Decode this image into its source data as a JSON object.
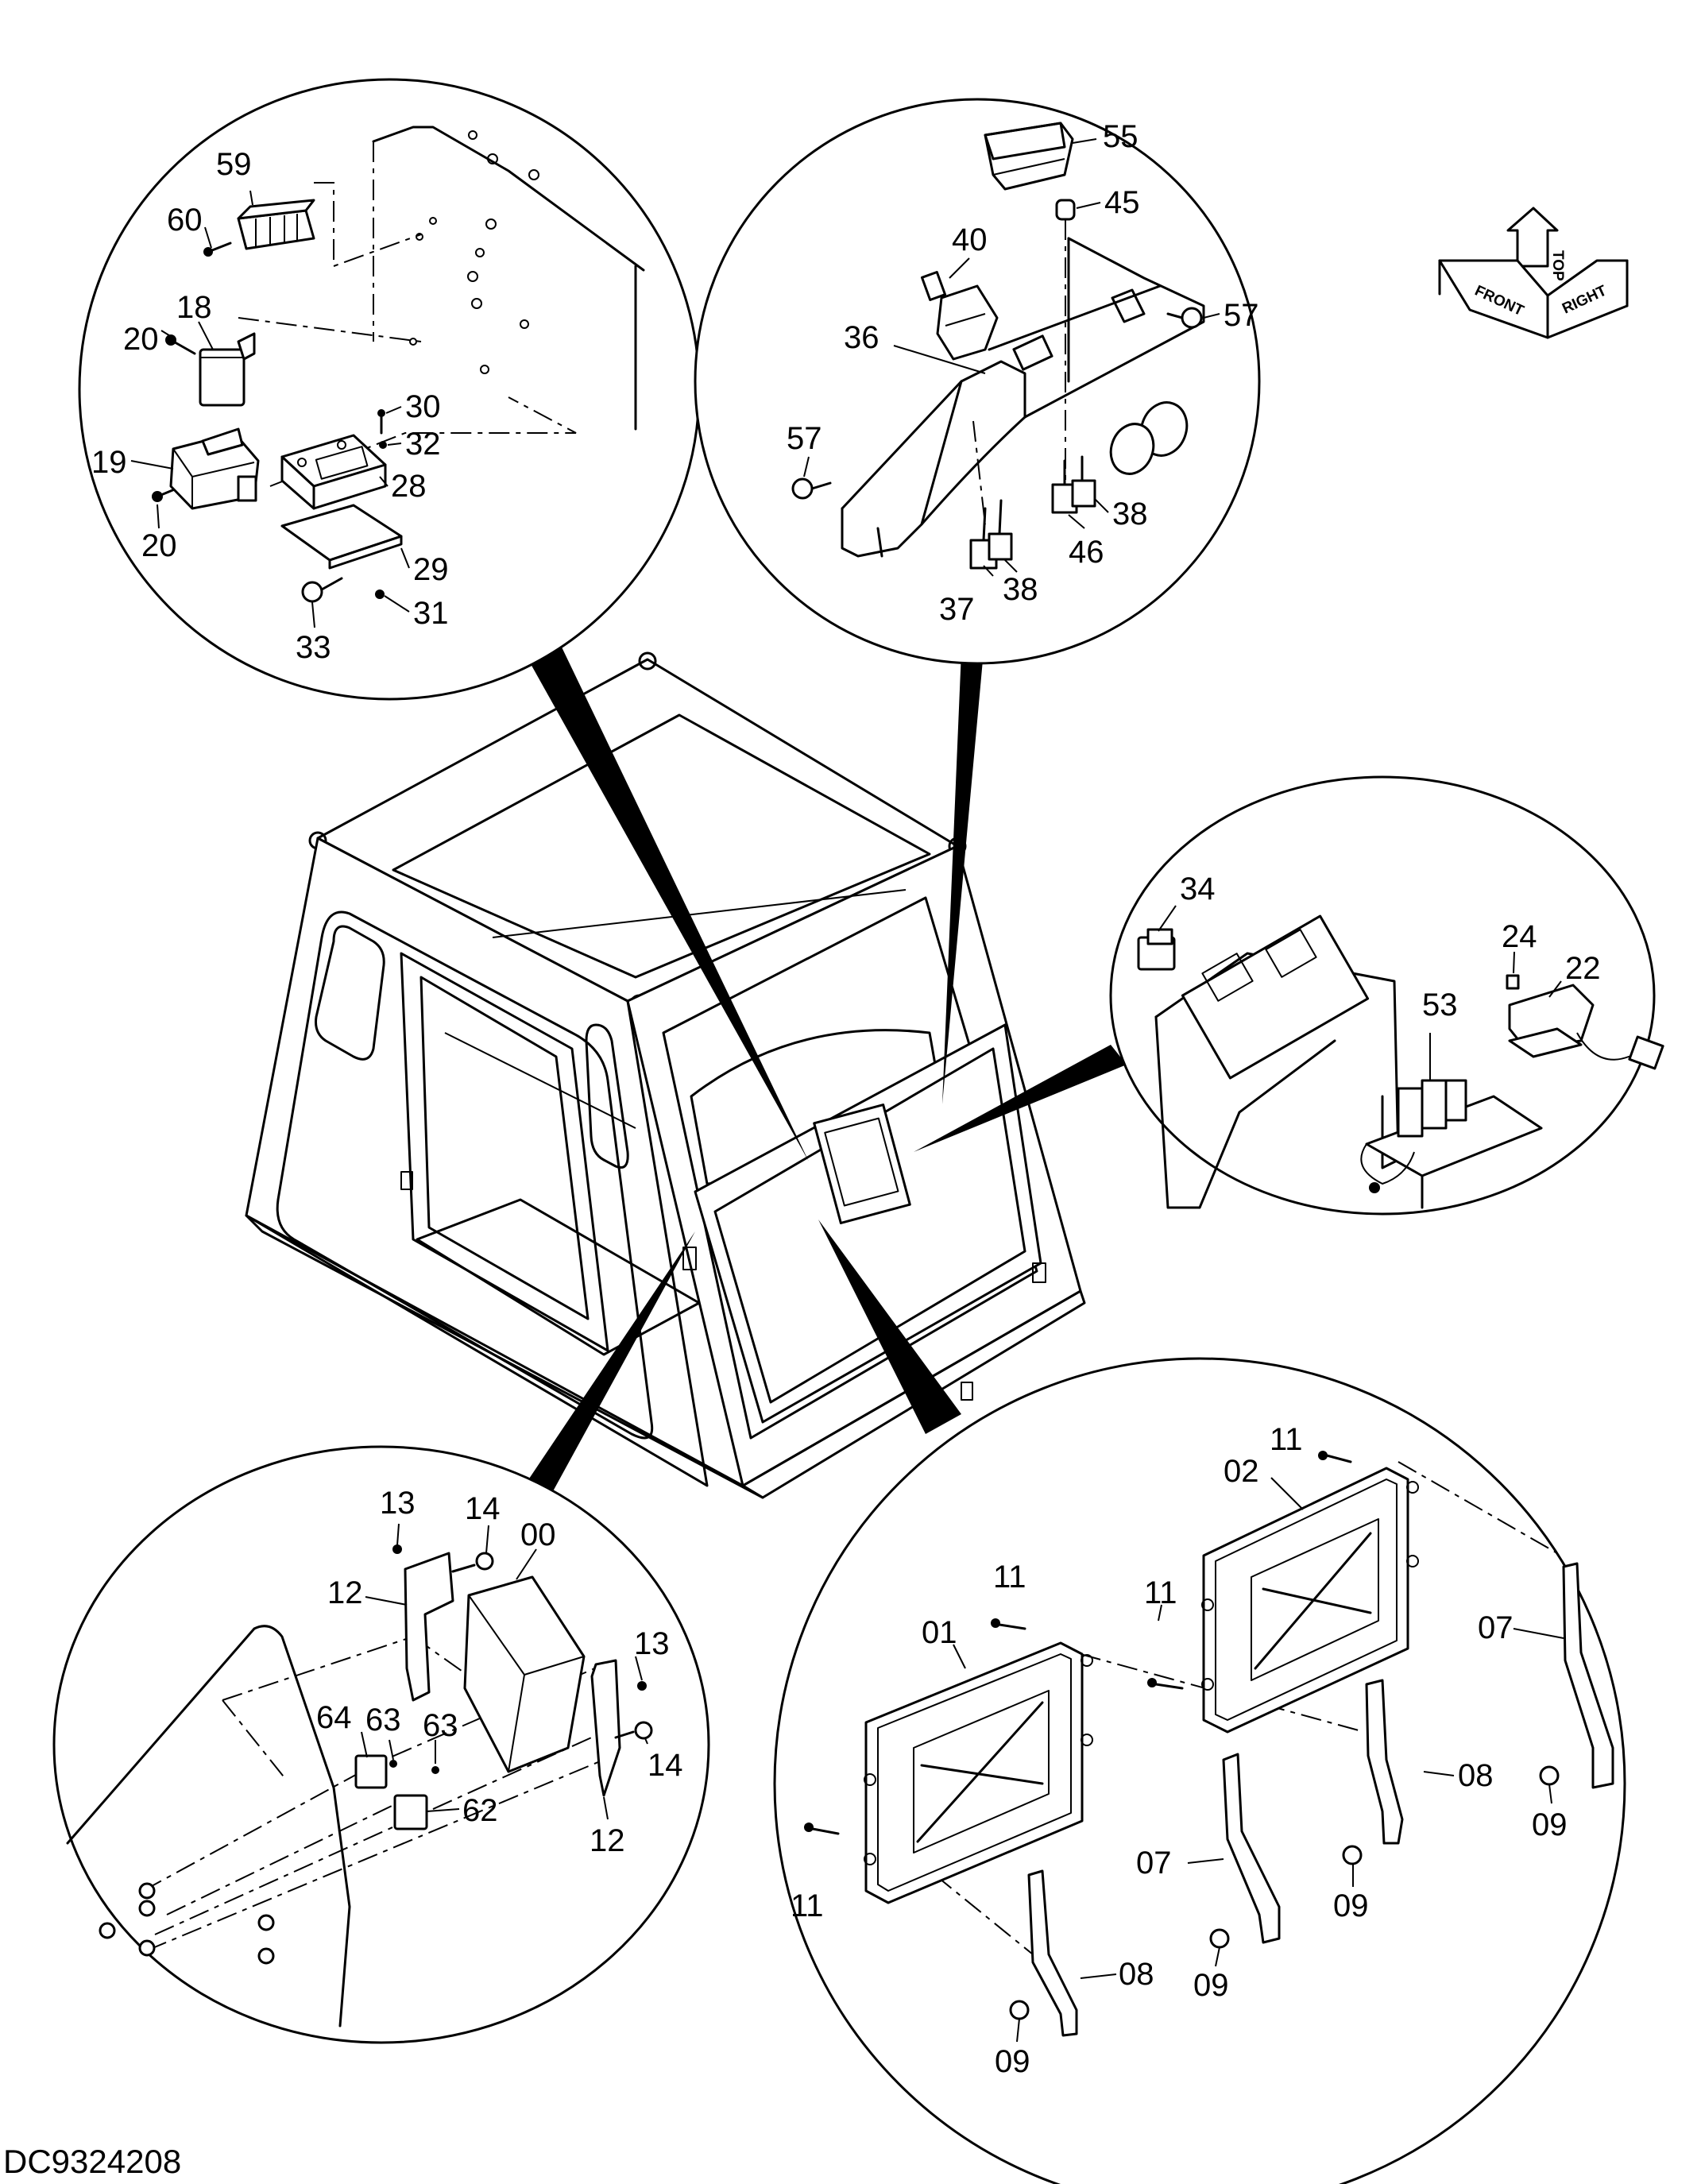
{
  "drawing_code": "DC9324208",
  "orientation": {
    "top": "TOP",
    "front": "FRONT",
    "right": "RIGHT"
  },
  "labels": {
    "c1": {
      "p59": "59",
      "p60": "60",
      "p18": "18",
      "p20a": "20",
      "p30": "30",
      "p32": "32",
      "p28": "28",
      "p19": "19",
      "p20b": "20",
      "p29": "29",
      "p31": "31",
      "p33": "33"
    },
    "c2": {
      "p55": "55",
      "p45": "45",
      "p40": "40",
      "p36": "36",
      "p57a": "57",
      "p57b": "57",
      "p38a": "38",
      "p46": "46",
      "p37": "37",
      "p38b": "38"
    },
    "c3": {
      "p34": "34",
      "p24": "24",
      "p22": "22",
      "p53": "53"
    },
    "c4": {
      "p13a": "13",
      "p14a": "14",
      "p00": "00",
      "p12a": "12",
      "p13b": "13",
      "p63a": "63",
      "p64": "64",
      "p63b": "63",
      "p62": "62",
      "p14b": "14",
      "p12b": "12"
    },
    "c5": {
      "p11a": "11",
      "p02": "02",
      "p11b": "11",
      "p01": "01",
      "p11c": "11",
      "p07a": "07",
      "p08a": "08",
      "p07b": "07",
      "p09a": "09",
      "p09b": "09",
      "p11d": "11",
      "p09c": "09",
      "p08b": "08",
      "p09d": "09"
    }
  }
}
